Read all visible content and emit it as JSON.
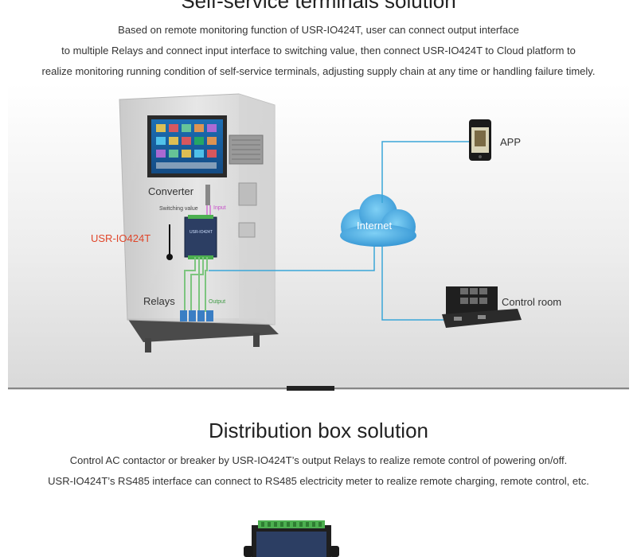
{
  "section1": {
    "title": "Self-service terminals solution",
    "description": [
      "Based on remote monitoring function of USR-IO424T, user can connect output interface",
      "to multiple Relays and connect input interface to switching value, then connect USR-IO424T to Cloud platform to",
      "realize monitoring running condition of self-service terminals, adjusting supply chain at any time or handling failure timely."
    ],
    "diagram": {
      "converter": "Converter",
      "switching_value": "Switching value",
      "input": "Input",
      "device": "USR-IO424T",
      "relays": "Relays",
      "output": "Output",
      "internet": "Internet",
      "app": "APP",
      "control_room": "Control room"
    }
  },
  "section2": {
    "title": "Distribution box solution",
    "description": [
      "Control AC contactor or breaker by USR-IO424T’s output Relays to realize remote control of powering on/off.",
      "USR-IO424T’s RS485 interface can connect to RS485 electricity meter to realize remote charging, remote control, etc."
    ]
  },
  "colors": {
    "link_line": "#3aa6d8",
    "device_label": "#e0462a",
    "input_line": "#d58bd6",
    "output_line": "#7dc57f",
    "cloud_fill": "#3fa8e0"
  }
}
